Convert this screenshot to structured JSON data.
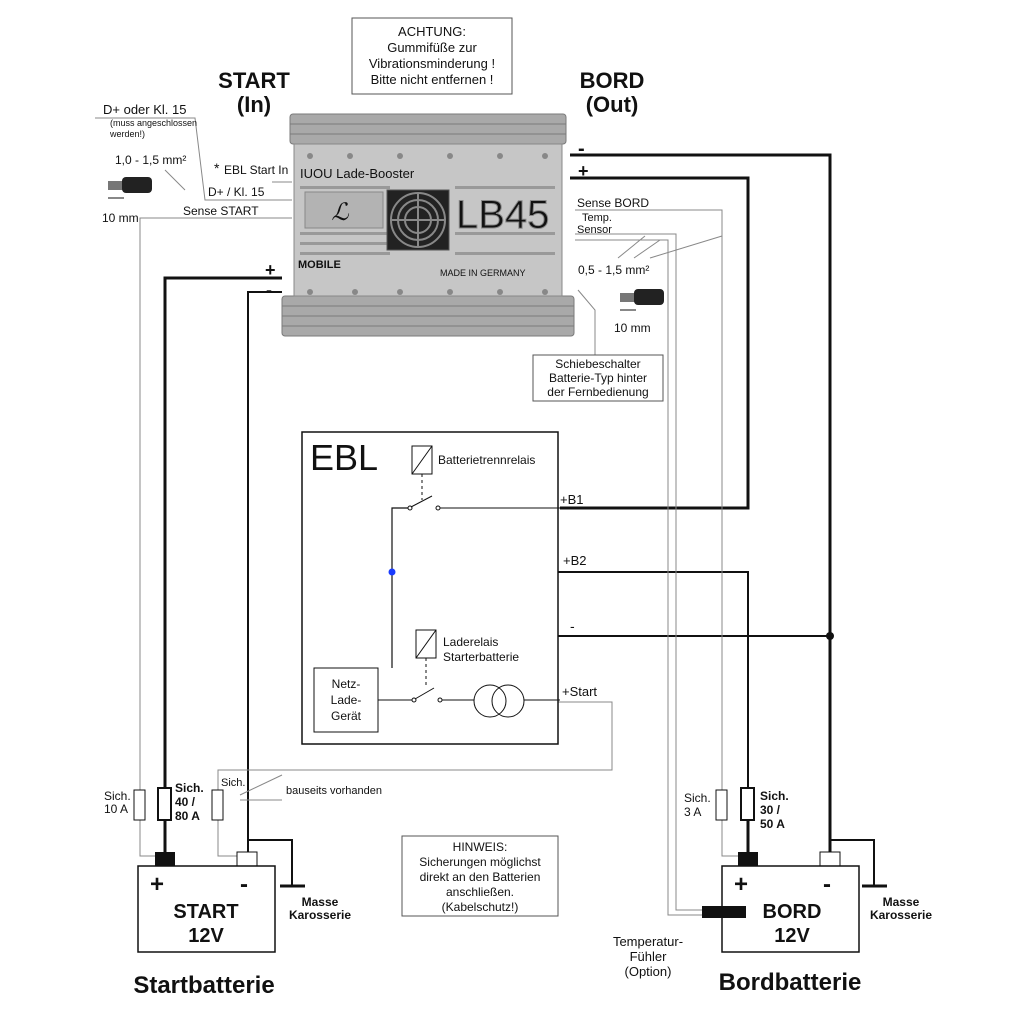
{
  "device": {
    "warning": [
      "ACHTUNG:",
      "Gummifüße zur",
      "Vibrationsminderung !",
      "Bitte nicht entfernen !"
    ],
    "start_header": [
      "START",
      "(In)"
    ],
    "bord_header": [
      "BORD",
      "(Out)"
    ],
    "brand": "IUOU Lade-Booster",
    "model": "LB45",
    "maker": "MOBILE",
    "made_in": "MADE IN GERMANY"
  },
  "left_labels": {
    "d_plus": "D+ oder Kl. 15",
    "d_plus_note": [
      "(muss angeschlossen",
      "werden!)"
    ],
    "cross_section": "1,0 - 1,5 mm²",
    "ebl_start_in": "EBL Start In",
    "asterisk": "*",
    "d_plus_kl15": "D+ / Kl. 15",
    "strip_length": "10 mm",
    "sense_start": "Sense START",
    "plus": "+",
    "minus": "-"
  },
  "right_labels": {
    "minus": "-",
    "plus": "+",
    "sense_bord": "Sense BORD",
    "temp_sensor": [
      "Temp.",
      "Sensor"
    ],
    "cross_section": "0,5 - 1,5 mm²",
    "strip_length": "10 mm",
    "slider_switch": [
      "Schiebeschalter",
      "Batterie-Typ hinter",
      "der Fernbedienung"
    ]
  },
  "ebl": {
    "title": "EBL",
    "relay1": "Batterietrennrelais",
    "b1": "+B1",
    "b2": "+B2",
    "minus": "-",
    "relay2": [
      "Laderelais",
      "Starterbatterie"
    ],
    "charger": [
      "Netz-",
      "Lade-",
      "Gerät"
    ],
    "start": "+Start"
  },
  "fuses": {
    "sich10": [
      "Sich.",
      "10 A"
    ],
    "sich40": [
      "Sich.",
      "40 /",
      "80 A"
    ],
    "sich_small": "Sich.",
    "on_site": "bauseits vorhanden",
    "sich3": [
      "Sich.",
      "3 A"
    ],
    "sich30": [
      "Sich.",
      "30 /",
      "50 A"
    ]
  },
  "hint": [
    "HINWEIS:",
    "Sicherungen möglichst",
    "direkt an den Batterien",
    "anschließen.",
    "(Kabelschutz!)"
  ],
  "batteries": {
    "start_plus": "+",
    "start_minus": "-",
    "start_name": [
      "START",
      "12V"
    ],
    "start_caption": "Startbatterie",
    "bord_plus": "+",
    "bord_minus": "-",
    "bord_name": [
      "BORD",
      "12V"
    ],
    "bord_caption": "Bordbatterie",
    "ground_left": [
      "Masse",
      "Karosserie"
    ],
    "ground_right": [
      "Masse",
      "Karosserie"
    ],
    "temp_feeler": [
      "Temperatur-",
      "Fühler",
      "(Option)"
    ]
  }
}
